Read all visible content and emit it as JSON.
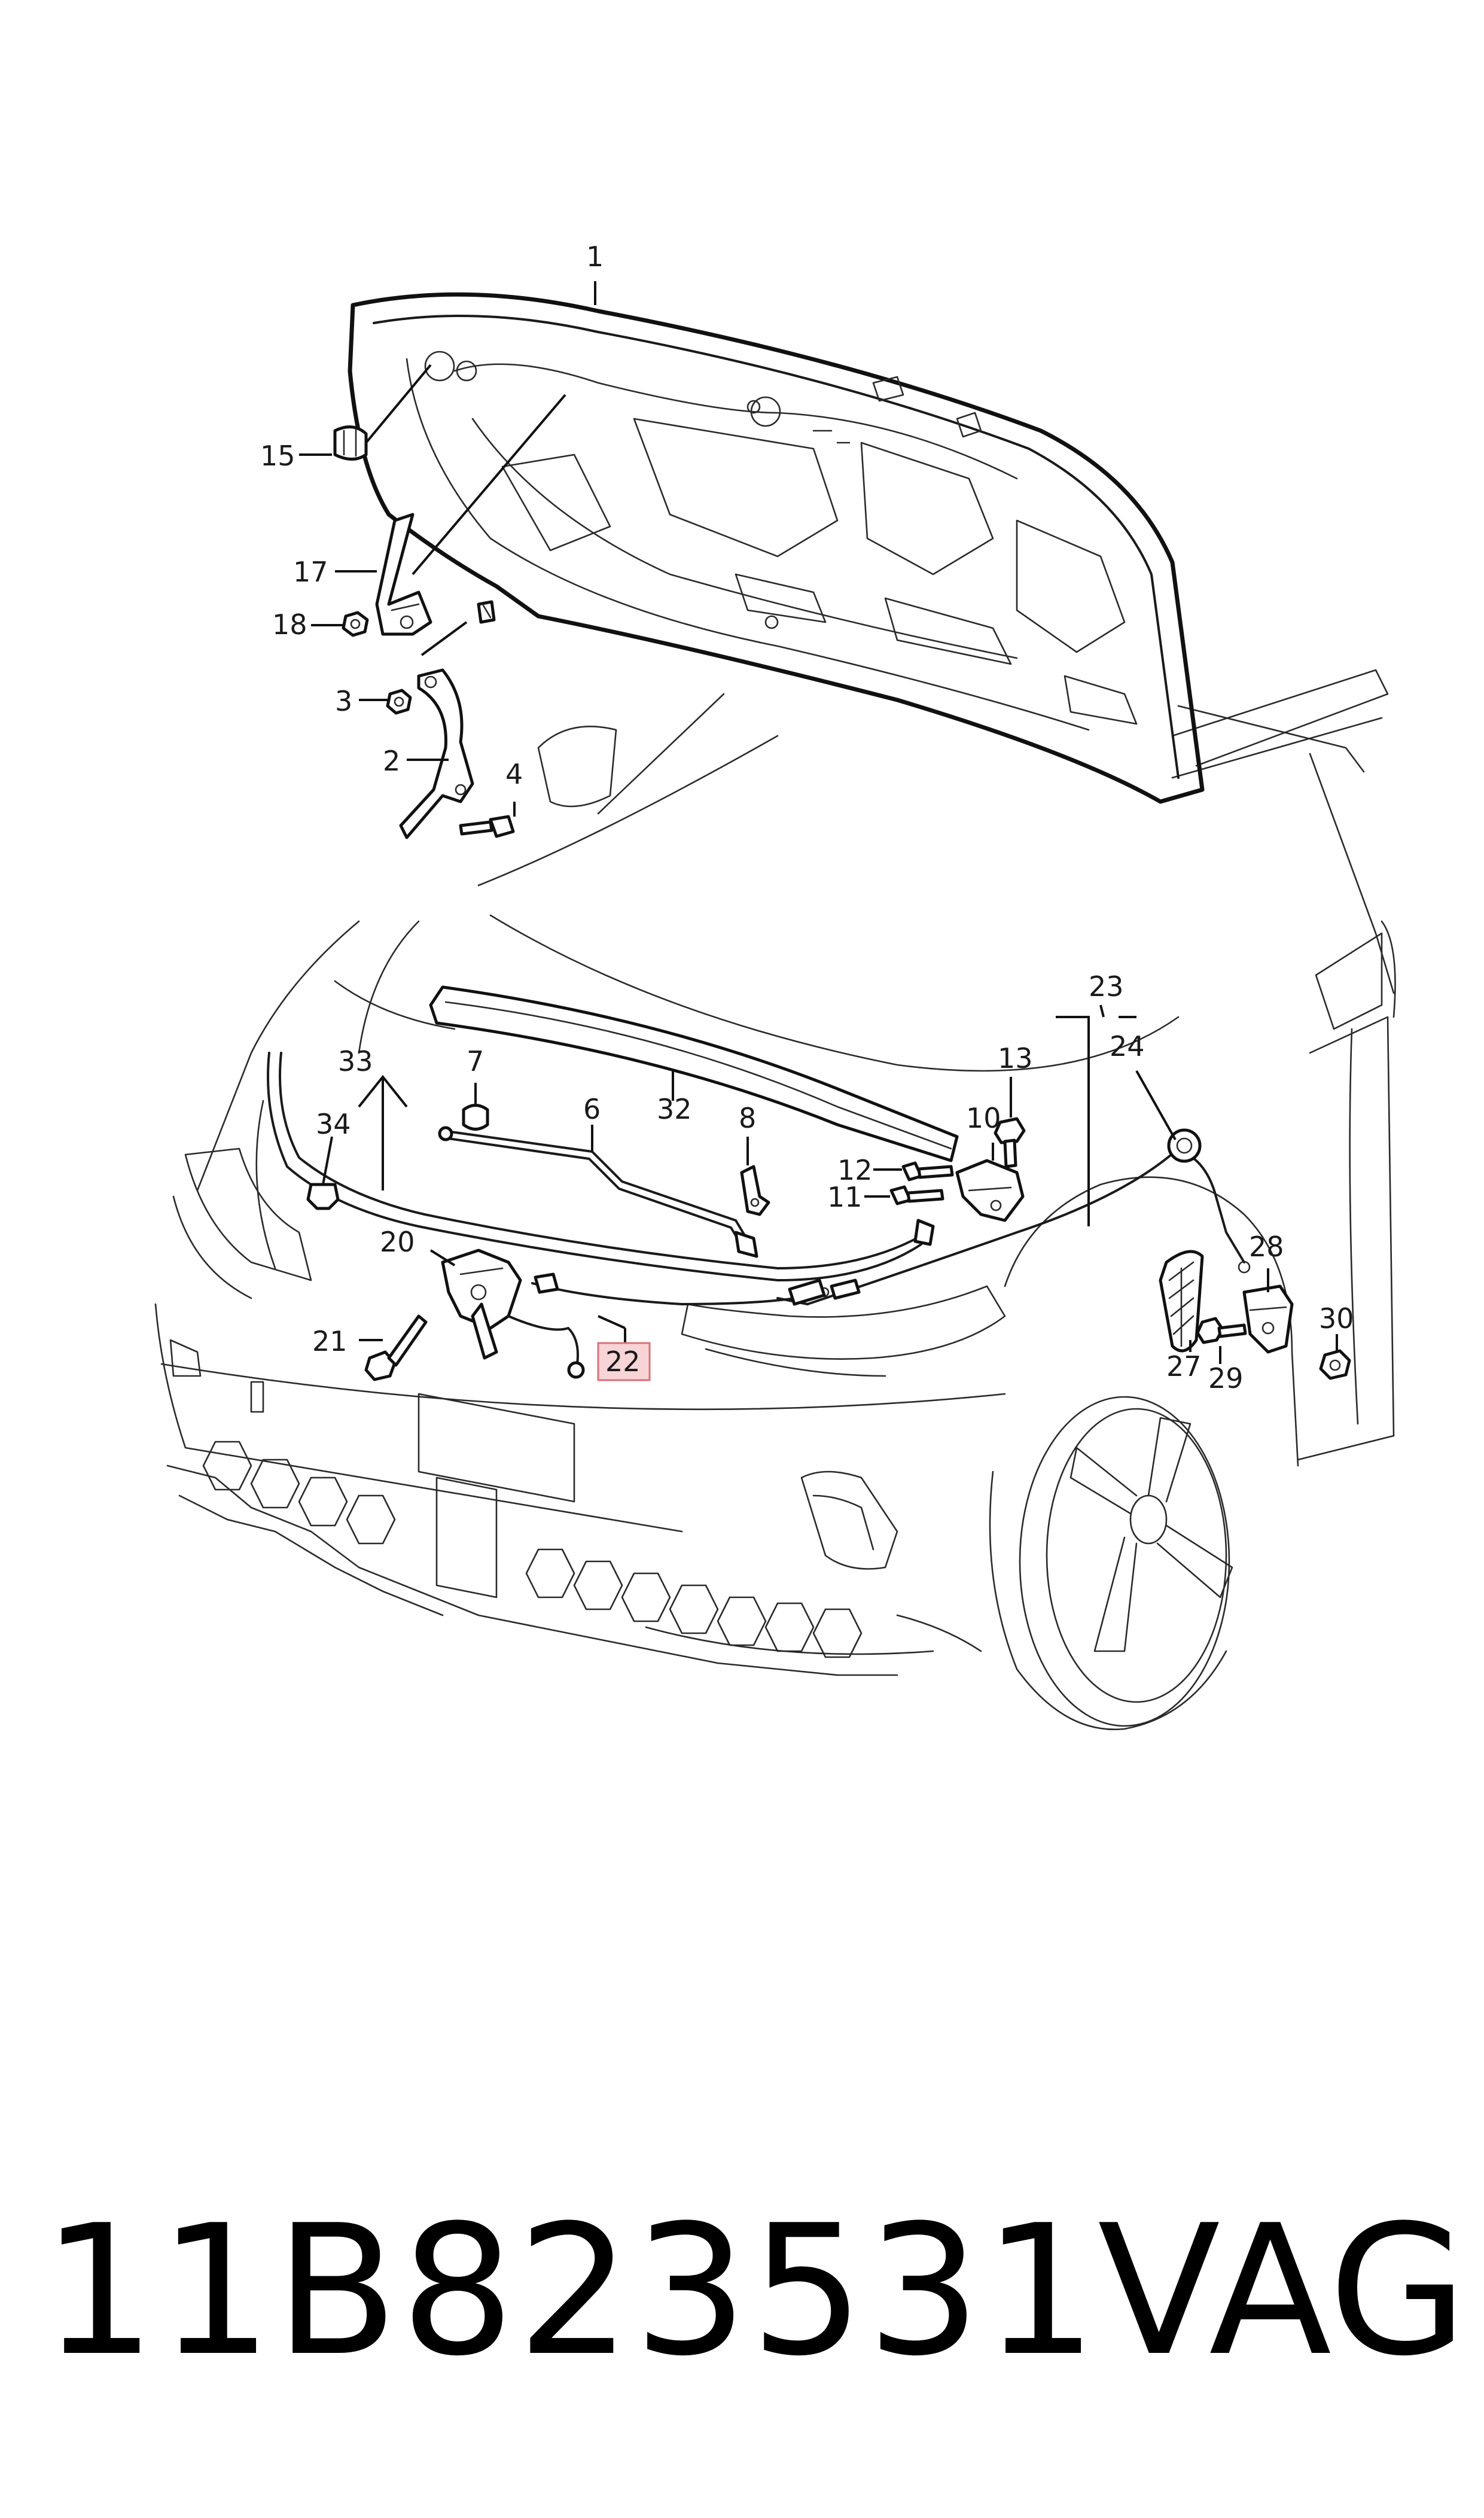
{
  "callouts": {
    "c1": "1",
    "c2": "2",
    "c3": "3",
    "c4": "4",
    "c6": "6",
    "c7": "7",
    "c8": "8",
    "c10": "10",
    "c11": "11",
    "c12": "12",
    "c13": "13",
    "c15": "15",
    "c17": "17",
    "c18": "18",
    "c20": "20",
    "c21": "21",
    "c22": "22",
    "c23": "23",
    "c24": "24",
    "c27": "27",
    "c28": "28",
    "c29": "29",
    "c30": "30",
    "c32": "32",
    "c33": "33",
    "c34": "34"
  },
  "highlighted_callout": "22",
  "colors": {
    "line": "#1a1a1a",
    "highlight_fill": "#f7d4d6",
    "highlight_stroke": "#d9707a",
    "background": "#ffffff"
  },
  "footer": {
    "part_number": "11B823531",
    "brand": "VAG"
  }
}
